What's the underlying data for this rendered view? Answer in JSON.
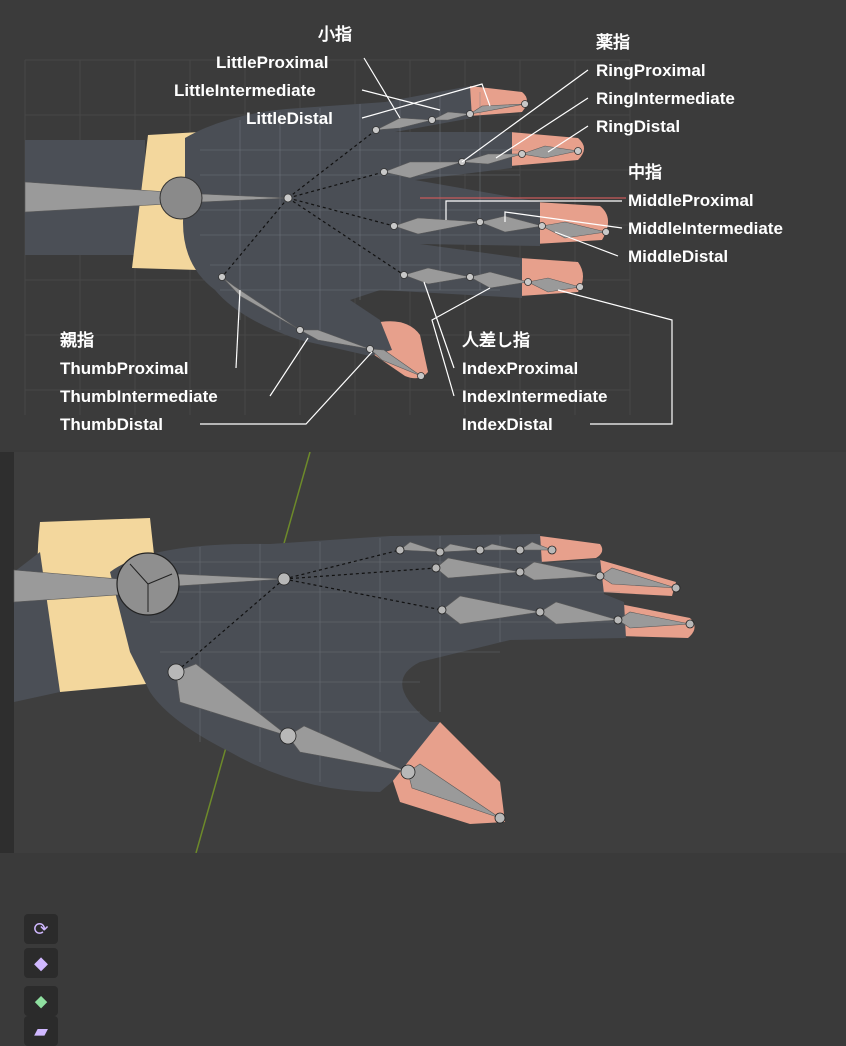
{
  "labels": {
    "little_group": "小指",
    "little_proximal": "LittleProximal",
    "little_intermediate": "LittleIntermediate",
    "little_distal": "LittleDistal",
    "ring_group": "薬指",
    "ring_proximal": "RingProximal",
    "ring_intermediate": "RingIntermediate",
    "ring_distal": "RingDistal",
    "middle_group": "中指",
    "middle_proximal": "MiddleProximal",
    "middle_intermediate": "MiddleIntermediate",
    "middle_distal": "MiddleDistal",
    "thumb_group": "親指",
    "thumb_proximal": "ThumbProximal",
    "thumb_intermediate": "ThumbIntermediate",
    "thumb_distal": "ThumbDistal",
    "index_group": "人差し指",
    "index_proximal": "IndexProximal",
    "index_intermediate": "IndexIntermediate",
    "index_distal": "IndexDistal"
  },
  "toolbar": {
    "tools": [
      {
        "icon": "bone-roll-icon"
      },
      {
        "icon": "extrude-bone-icon"
      },
      {
        "icon": "bone-envelope-icon"
      },
      {
        "icon": "bone-size-icon"
      }
    ]
  },
  "colors": {
    "background": "#3b3b3b",
    "glove": "#4a4e55",
    "skin": "#e7a08c",
    "sleeve": "#f3d79d",
    "bone": "#9a9a9a",
    "label": "#ffffff",
    "grid_axis": "#6d8a2a"
  }
}
